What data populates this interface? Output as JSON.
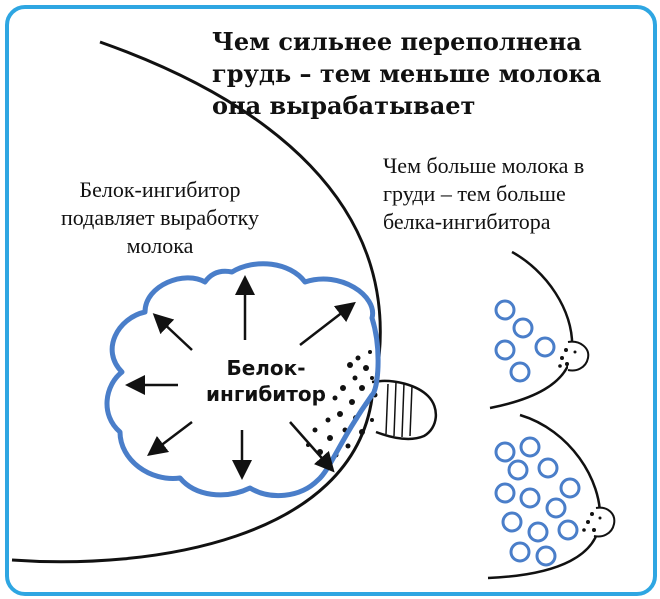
{
  "title": {
    "line1": "Чем сильнее переполнена",
    "line2": "грудь – тем меньше молока",
    "line3": "она вырабатывает"
  },
  "left_caption": {
    "line1": "Белок-ингибитор",
    "line2": "подавляет выработку",
    "line3": "молока"
  },
  "right_caption": {
    "line1": "Чем больше молока в",
    "line2": "груди  – тем больше",
    "line3": "белка-ингибитора"
  },
  "center_label": {
    "line1": "Белок-",
    "line2": "ингибитор"
  },
  "colors": {
    "frame": "#2ea6e2",
    "cloud": "#4a7ec9",
    "outline": "#111111"
  }
}
